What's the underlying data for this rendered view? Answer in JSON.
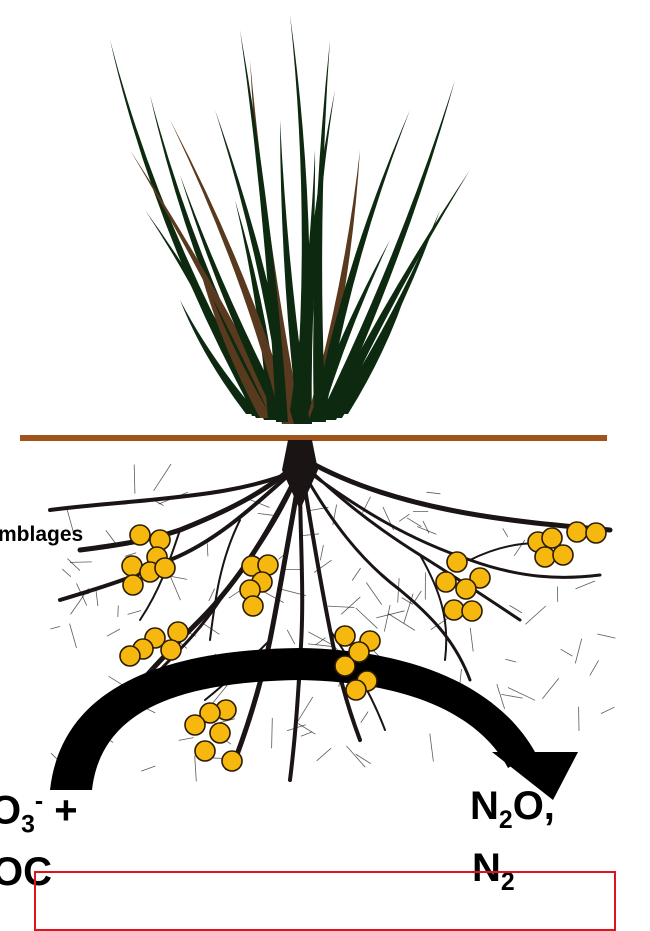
{
  "colors": {
    "soil_line": "#a0531a",
    "grass_dark": "#0d2a10",
    "grass_brown": "#5a3a1e",
    "roots": "#1a1414",
    "microbe_fill": "#f6b80f",
    "microbe_stroke": "#2a1c00",
    "arrow": "#000000",
    "box_border": "#e0121a"
  },
  "icons": {
    "plant": "grass-tuft-icon",
    "roots": "root-system-icon",
    "microbes": "microbe-cluster-icon",
    "arrow": "curved-arrow-icon"
  },
  "labels": {
    "assemblages": "mblages",
    "reactant_1_a": "O",
    "reactant_1_sub": "3",
    "reactant_1_sup": "-",
    "reactant_1_b": " +",
    "reactant_2": "OC",
    "product_1_a": "N",
    "product_1_sub": "2",
    "product_1_b": "O,",
    "product_2_a": "N",
    "product_2_sub": "2"
  }
}
